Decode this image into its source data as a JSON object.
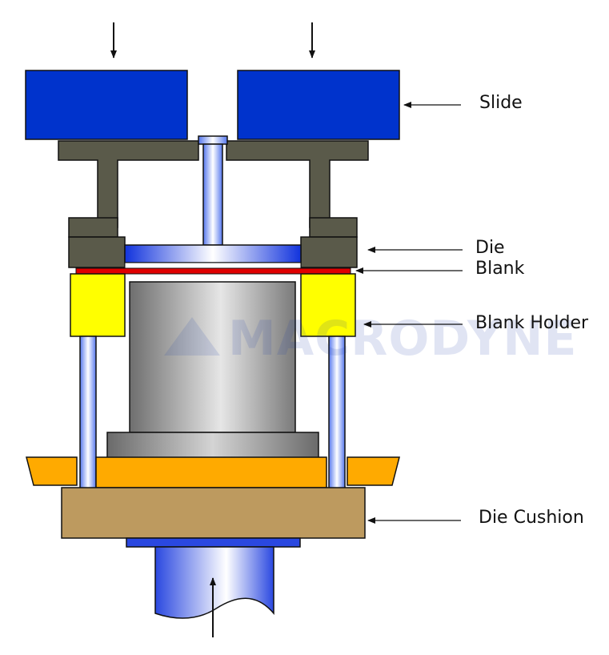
{
  "labels": {
    "slide": "Slide",
    "die": "Die",
    "blank": "Blank",
    "blank_holder": "Blank Holder",
    "die_cushion": "Die Cushion"
  },
  "watermark": "MACRODYNE",
  "colors": {
    "slide": "#0033cc",
    "die": "#5a5a4a",
    "blank": "#e00000",
    "blank_holder": "#ffff00",
    "die_cushion": "#bd9a5f",
    "bolster": "#ffaa00",
    "punch": "#a0a0a0",
    "rod": "#3355ee"
  }
}
